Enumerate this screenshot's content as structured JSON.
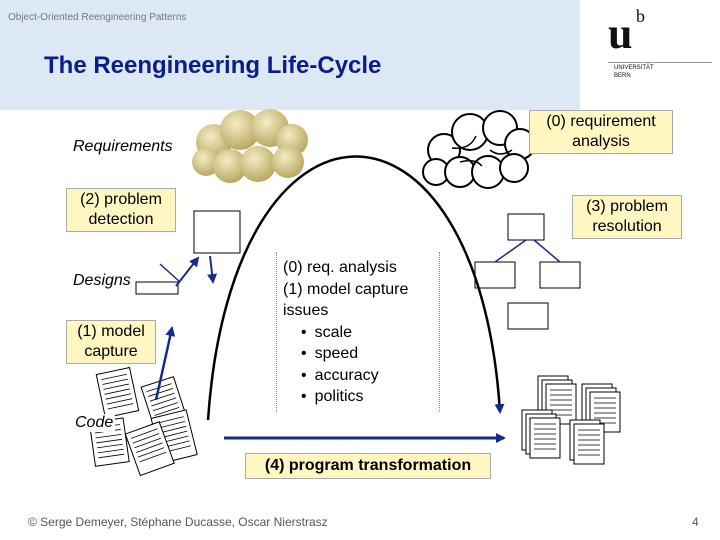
{
  "header": {
    "course": "Object-Oriented Reengineering Patterns",
    "title": "The Reengineering Life-Cycle",
    "logo": {
      "letter": "u",
      "superscript": "b",
      "lines": [
        "UNIVERSITÄT",
        "BERN"
      ]
    }
  },
  "diagram": {
    "requirements_label": "Requirements",
    "designs_label": "Designs",
    "code_label": "Code",
    "req_analysis_box": "(0) requirement analysis",
    "problem_detection_box": "(2) problem detection",
    "problem_resolution_box": "(3) problem resolution",
    "model_capture_box": "(1) model capture",
    "center": {
      "line1": "(0) req. analysis",
      "line2": "(1) model capture",
      "line3": "issues",
      "bullets": [
        "scale",
        "speed",
        "accuracy",
        "politics"
      ]
    },
    "program_transformation_box": "(4) program transformation"
  },
  "footer": {
    "copyright": "© Serge Demeyer, Stéphane Ducasse, Oscar Nierstrasz",
    "page_number": "4"
  },
  "colors": {
    "title": "#0b1d8a",
    "label_fill": "#fff6c2",
    "cloud_fill": "#d8c98a",
    "header_bg": "#dde8f5"
  }
}
